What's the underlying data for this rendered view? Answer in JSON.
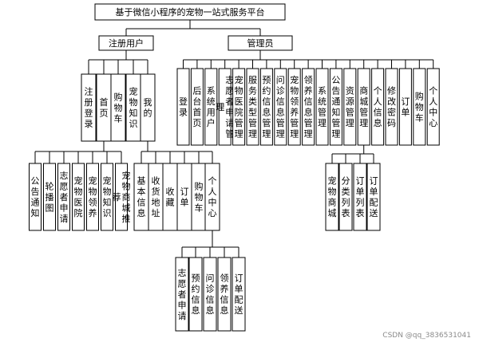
{
  "title": "基于微信小程序的宠物一站式服务平台",
  "branches": {
    "user": "注册用户",
    "admin": "管理员"
  },
  "user_modules": [
    "注册登录",
    "首页",
    "购物车",
    "宠物知识",
    "我的"
  ],
  "home_children": [
    "公告通知",
    "轮播图",
    "志愿者申请",
    "宠物医院",
    "宠物领养",
    "宠物知识",
    "宠物商城推荐"
  ],
  "mine_children": [
    "基本信息",
    "收货地址",
    "收藏",
    "订单",
    "购物车",
    "个人中心"
  ],
  "personal_center_children": [
    "志愿者申请",
    "预约信息",
    "问诊信息",
    "领养信息",
    "订单配送"
  ],
  "admin_modules": [
    "登录",
    "后台首页",
    "系统用户",
    "志愿者申请管理",
    "宠物医院管理",
    "服务类型管理",
    "预约信息管理",
    "问诊信息管理",
    "宠物领养管理",
    "领养信息管理",
    "系统管理",
    "公告通知管理",
    "资源管理",
    "商城管理",
    "个人信息",
    "修改密码",
    "订单",
    "购物车",
    "个人中心"
  ],
  "mall_children": [
    "宠物商城",
    "分类列表",
    "订单列表",
    "订单配送"
  ],
  "watermark": "CSDN @qq_3836531041"
}
